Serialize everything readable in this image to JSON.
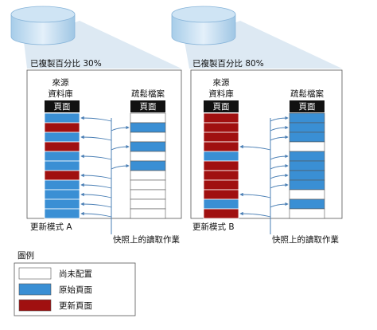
{
  "panels": [
    {
      "id": "a",
      "percent_label": "已複製百分比 30%",
      "source_label_line1": "來源",
      "source_label_line2": "資料庫",
      "sparse_label": "疏鬆檔案",
      "page_header": "頁面",
      "source_pages": [
        "original",
        "updated",
        "original",
        "updated",
        "original",
        "original",
        "updated",
        "original",
        "original",
        "original",
        "original"
      ],
      "sparse_pages": [
        "empty",
        "original",
        "empty",
        "original",
        "empty",
        "original",
        "empty",
        "empty",
        "empty",
        "empty",
        "empty"
      ],
      "mode_label": "更新模式 A",
      "snapshot_label": "快照上的讀取作業"
    },
    {
      "id": "b",
      "percent_label": "已複製百分比 80%",
      "source_label_line1": "來源",
      "source_label_line2": "資料庫",
      "sparse_label": "疏鬆檔案",
      "page_header": "頁面",
      "source_pages": [
        "updated",
        "updated",
        "updated",
        "updated",
        "original",
        "updated",
        "updated",
        "updated",
        "updated",
        "original",
        "updated"
      ],
      "sparse_pages": [
        "original",
        "original",
        "original",
        "empty",
        "original",
        "original",
        "original",
        "original",
        "empty",
        "original",
        "empty"
      ],
      "mode_label": "更新模式 B",
      "snapshot_label": "快照上的讀取作業"
    }
  ],
  "legend": {
    "title": "圖例",
    "items": [
      {
        "key": "empty",
        "label": "尚未配置"
      },
      {
        "key": "original",
        "label": "原始頁面"
      },
      {
        "key": "updated",
        "label": "更新頁面"
      }
    ]
  },
  "colors": {
    "empty": "#ffffff",
    "original": "#3a8fd4",
    "updated": "#a01010",
    "header": "#111111",
    "arrow": "#4a7fb5",
    "cone": "#dbe9f4",
    "disk_top": "#b9d8ee",
    "disk_body": "#d7e8f5"
  }
}
